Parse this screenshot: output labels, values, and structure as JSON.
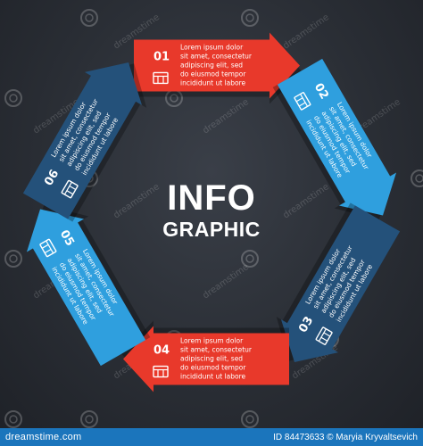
{
  "title": {
    "line1": "INFO",
    "line2": "GRAPHIC"
  },
  "colors": {
    "red": "#e8392b",
    "navy": "#24517a",
    "light": "#2f9fde",
    "panel": "#1f4a6e"
  },
  "steps": [
    {
      "num": "01",
      "text": [
        "Lorem ipsum dolor",
        "sit amet, consectetur",
        "adipiscing elit, sed",
        "do eiusmod tempor",
        "incididunt ut labore"
      ],
      "icon": "bank-icon"
    },
    {
      "num": "02",
      "text": [
        "Lorem ipsum dolor",
        "sit amet, consectetur",
        "adipiscing elit, sed",
        "do eiusmod tempor",
        "incididunt ut labore"
      ],
      "icon": "wallet-icon"
    },
    {
      "num": "03",
      "text": [
        "Lorem ipsum dolor",
        "sit amet, consectetur",
        "adipiscing elit, sed",
        "do eiusmod tempor",
        "incididunt ut labore"
      ],
      "icon": "document-icon"
    },
    {
      "num": "04",
      "text": [
        "Lorem ipsum dolor",
        "sit amet, consectetur",
        "adipiscing elit, sed",
        "do eiusmod tempor",
        "incididunt ut labore"
      ],
      "icon": "money-stack-icon"
    },
    {
      "num": "05",
      "text": [
        "Lorem ipsum dolor",
        "sit amet, consectetur",
        "adipiscing elit, sed",
        "do eiusmod tempor",
        "incididunt ut labore"
      ],
      "icon": "piggy-bank-icon"
    },
    {
      "num": "06",
      "text": [
        "Lorem ipsum dolor",
        "sit amet, consectetur",
        "adipiscing elit, sed",
        "do eiusmod tempor",
        "incididunt ut labore"
      ],
      "icon": "wallet-cards-icon"
    }
  ],
  "watermark": {
    "text": "dreamstime",
    "icon": "dreamstime-swirl-icon"
  },
  "footer": {
    "brand": "dreamstime.com",
    "id_text": "ID 84473633 © Maryia Kryvaltsevich"
  }
}
